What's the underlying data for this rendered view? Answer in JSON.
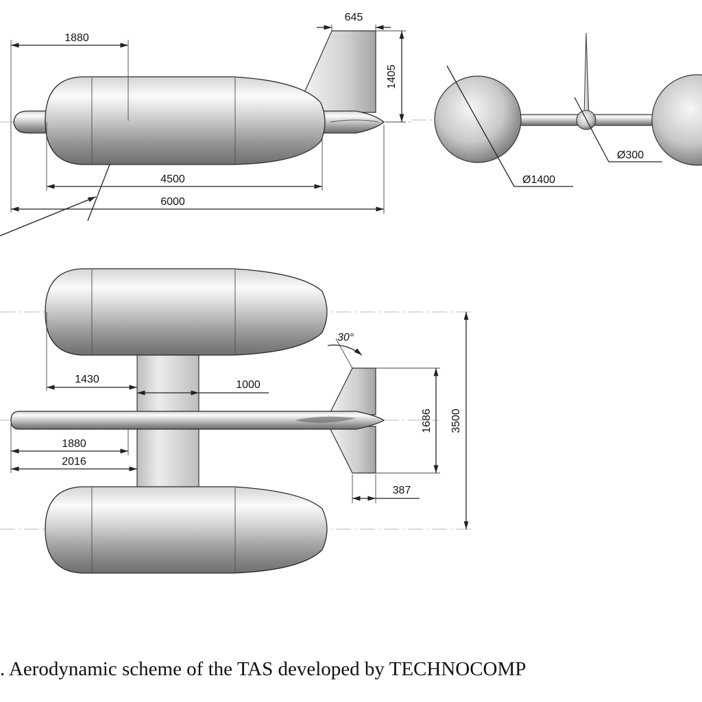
{
  "side_view": {
    "dims": {
      "fin_chord": "645",
      "nose_to_strut": "1880",
      "fin_height": "1405",
      "float_length": "4500",
      "total_length": "6000"
    }
  },
  "front_view": {
    "dims": {
      "float_diameter": "Ø1400",
      "hub_diameter": "Ø300"
    }
  },
  "top_view": {
    "dims": {
      "sweep_angle": "30°",
      "nose_offset": "1430",
      "strut_width": "1000",
      "fuselage_to_strut": "1880",
      "fuselage_to_strut_rear": "2016",
      "tail_span": "1686",
      "float_spacing": "3500",
      "tail_root": "387"
    }
  },
  "caption": ". Aerodynamic scheme of the TAS developed by TECHNOCOMP"
}
